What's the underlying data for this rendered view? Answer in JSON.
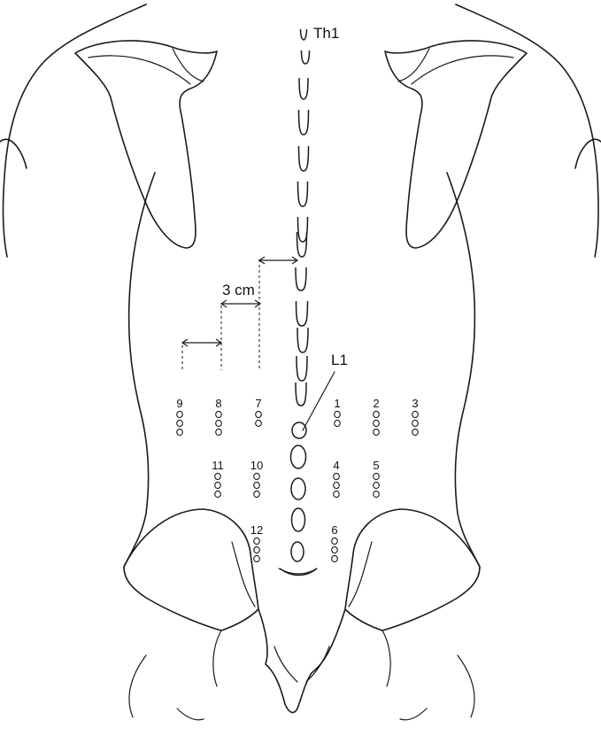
{
  "labels": {
    "top_vertebra": "Th1",
    "lumbar_vertebra": "L1",
    "spacing": "3 cm"
  },
  "points": [
    {
      "number": "1",
      "markers": 2
    },
    {
      "number": "2",
      "markers": 3
    },
    {
      "number": "3",
      "markers": 3
    },
    {
      "number": "4",
      "markers": 3
    },
    {
      "number": "5",
      "markers": 3
    },
    {
      "number": "6",
      "markers": 3
    },
    {
      "number": "7",
      "markers": 2
    },
    {
      "number": "8",
      "markers": 3
    },
    {
      "number": "9",
      "markers": 3
    },
    {
      "number": "10",
      "markers": 3
    },
    {
      "number": "11",
      "markers": 3
    },
    {
      "number": "12",
      "markers": 3
    }
  ]
}
